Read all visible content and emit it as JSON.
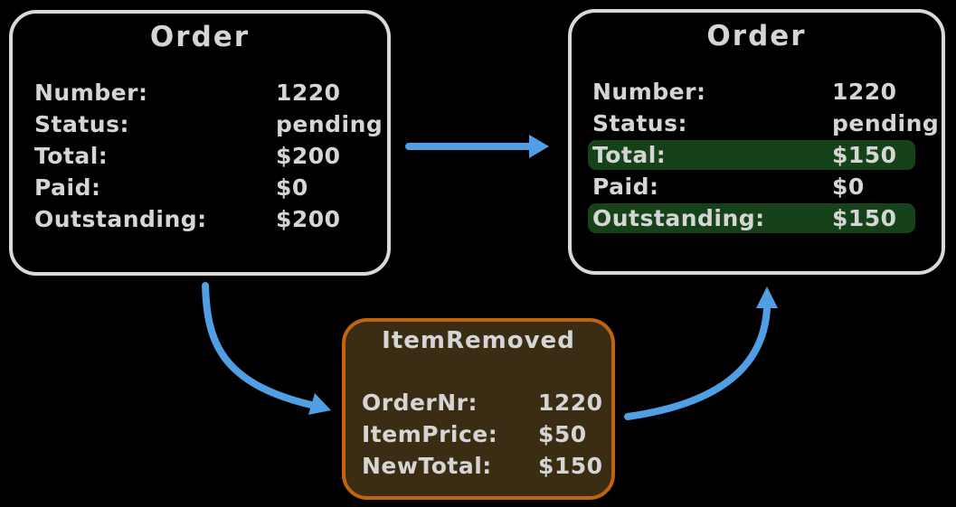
{
  "colors": {
    "background": "#000000",
    "box_border": "#d9d9d9",
    "text": "#d5d5d5",
    "highlight_green": "#164219",
    "event_border": "#c2630d",
    "event_fill": "#3b2d14",
    "arrow_blue": "#509ee3"
  },
  "order_before": {
    "title": "Order",
    "rows": [
      {
        "label": "Number:",
        "value": "1220"
      },
      {
        "label": "Status:",
        "value": "pending"
      },
      {
        "label": "Total:",
        "value": "$200"
      },
      {
        "label": "Paid:",
        "value": "$0"
      },
      {
        "label": "Outstanding:",
        "value": "$200"
      }
    ]
  },
  "order_after": {
    "title": "Order",
    "rows": [
      {
        "label": "Number:",
        "value": "1220",
        "highlighted": false
      },
      {
        "label": "Status:",
        "value": "pending",
        "highlighted": false
      },
      {
        "label": "Total:",
        "value": "$150",
        "highlighted": true
      },
      {
        "label": "Paid:",
        "value": "$0",
        "highlighted": false
      },
      {
        "label": "Outstanding:",
        "value": "$150",
        "highlighted": true
      }
    ]
  },
  "event": {
    "title": "ItemRemoved",
    "rows": [
      {
        "label": "OrderNr:",
        "value": "1220"
      },
      {
        "label": "ItemPrice:",
        "value": "$50"
      },
      {
        "label": "NewTotal:",
        "value": "$150"
      }
    ]
  }
}
